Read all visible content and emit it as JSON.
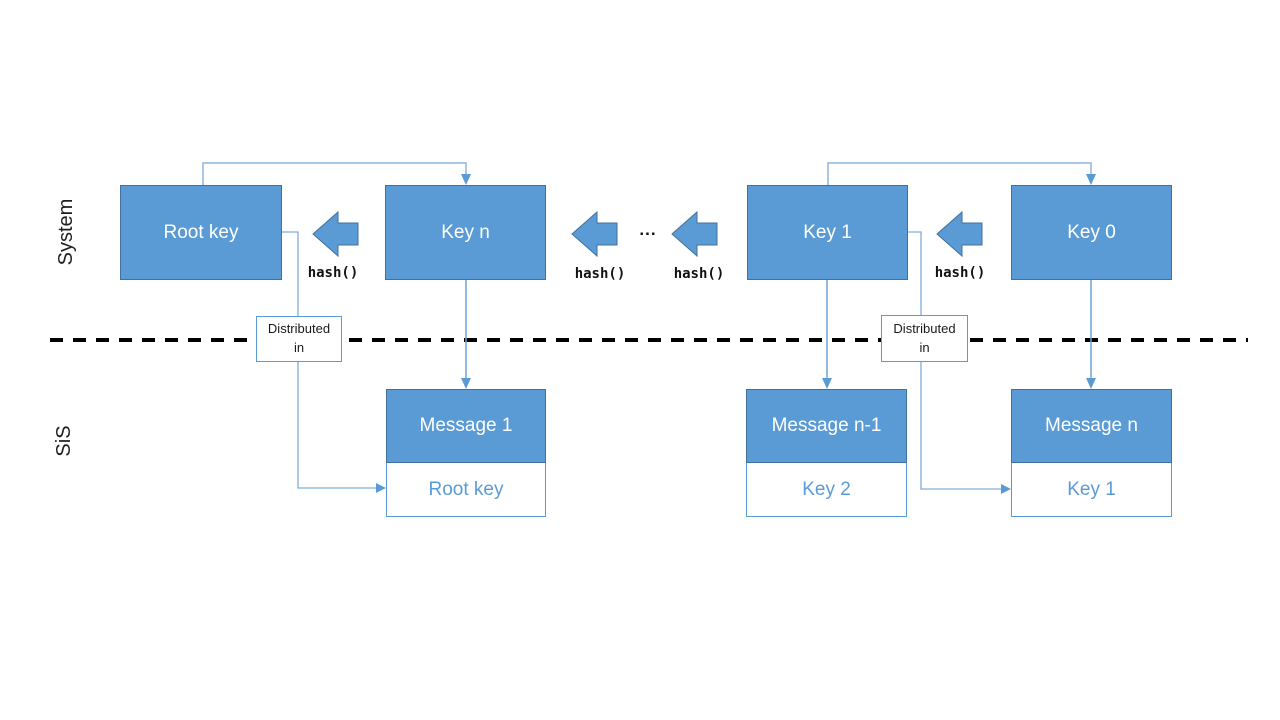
{
  "section_labels": {
    "top": "System",
    "bottom": "SiS"
  },
  "key_boxes": [
    {
      "label": "Root key"
    },
    {
      "label": "Key n"
    },
    {
      "label": "Key 1"
    },
    {
      "label": "Key 0"
    }
  ],
  "hash_labels": [
    "hash()",
    "hash()",
    "hash()",
    "hash()"
  ],
  "ellipsis": "...",
  "distributed_notes": [
    {
      "label": "Distributed in"
    },
    {
      "label": "Distributed in"
    }
  ],
  "messages": [
    {
      "title": "Message 1",
      "key": "Root key"
    },
    {
      "title": "Message n-1",
      "key": "Key 2"
    },
    {
      "title": "Message n",
      "key": "Key 1"
    }
  ],
  "colors": {
    "box_fill": "#5b9bd5",
    "box_border": "#41719c",
    "connector_light": "#a9c8e9",
    "connector_mid": "#6fa3d8",
    "arrowhead": "#5b9bd5",
    "divider": "#000000",
    "key_text_blue": "#5b9bd5",
    "text_dark": "#1f1f1f"
  }
}
